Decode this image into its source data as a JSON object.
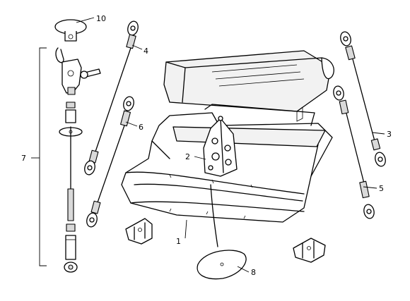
{
  "diagram": {
    "callouts": [
      {
        "id": "part-1",
        "label": "1"
      },
      {
        "id": "part-2",
        "label": "2"
      },
      {
        "id": "part-3",
        "label": "3"
      },
      {
        "id": "part-4",
        "label": "4"
      },
      {
        "id": "part-5",
        "label": "5"
      },
      {
        "id": "part-6",
        "label": "6"
      },
      {
        "id": "part-7",
        "label": "7"
      },
      {
        "id": "part-8",
        "label": "8"
      },
      {
        "id": "part-10",
        "label": "10"
      }
    ],
    "colors": {
      "line": "#000000",
      "background": "#ffffff",
      "shade": "#d9d9d9"
    }
  }
}
